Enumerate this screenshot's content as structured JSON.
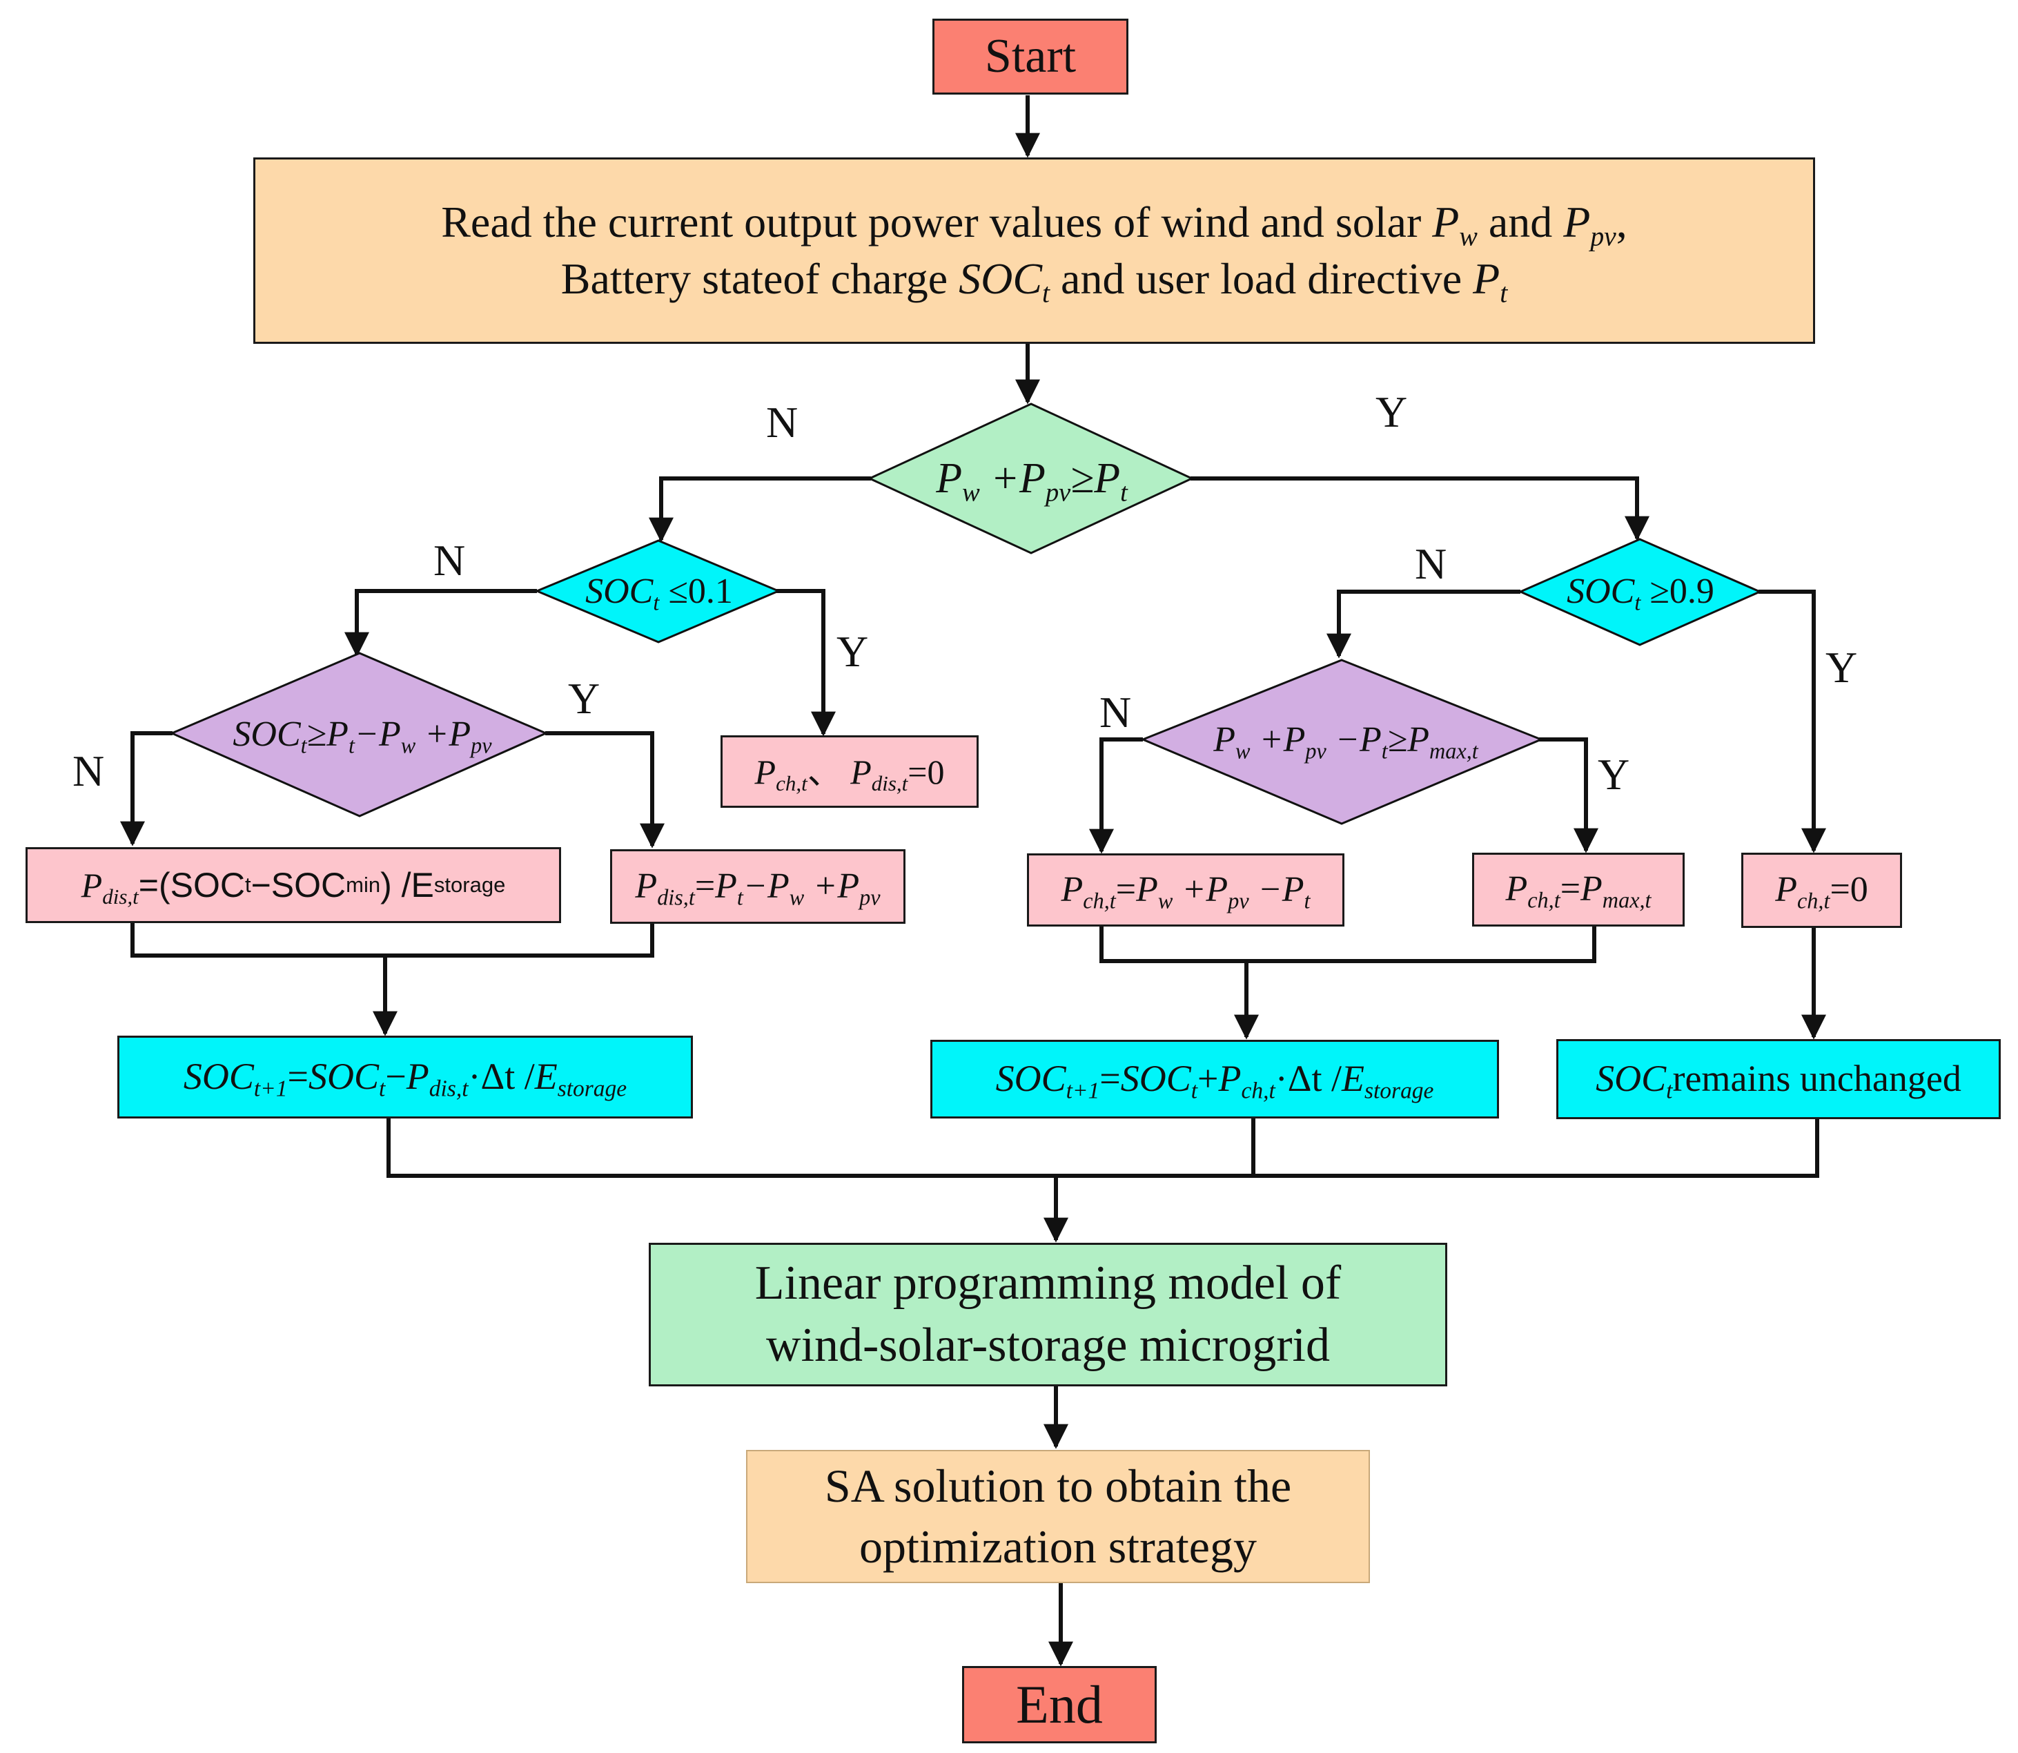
{
  "start": "Start",
  "end": "End",
  "read": {
    "line1_text": "Read the current output power values of wind and solar ",
    "line1_and": " and ",
    "line2_text": "Battery stateof charge ",
    "line2_mid": " and user load directive "
  },
  "decision_main": {
    "op": "≥"
  },
  "decision_left": {
    "cond": "≤0.1"
  },
  "decision_right": {
    "cond": "≥0.9"
  },
  "decision_left_sub": {
    "cond": "≥"
  },
  "decision_right_sub": {
    "cond": "≥"
  },
  "box_zero": {
    "sep": "、",
    "value": "=0"
  },
  "box_dis_a": {
    "expr": "=(SOC",
    "min": "min",
    "tail": ") /E",
    "storage": "storage"
  },
  "box_ch_zero": {
    "value": "=0"
  },
  "box_soc_unchanged": {
    "tail": " remains unchanged"
  },
  "box_soc_update": {
    "dt": "·Δt /"
  },
  "labels": {
    "yes": "Y",
    "no": "N"
  },
  "linear_model": {
    "line1": "Linear programming model of",
    "line2": "wind-solar-storage microgrid"
  },
  "sa_solution": {
    "line1": "SA solution to obtain the",
    "line2": "optimization strategy"
  },
  "colors": {
    "terminal": "#fb8072",
    "input": "#fdd9aa",
    "decision_main": "#b2efc5",
    "decision_soc": "#00f5fa",
    "decision_sub": "#d2aee2",
    "action": "#fdc5cc",
    "soc_update": "#00f5fa",
    "model": "#b2efc5",
    "solution": "#fdd9aa"
  }
}
